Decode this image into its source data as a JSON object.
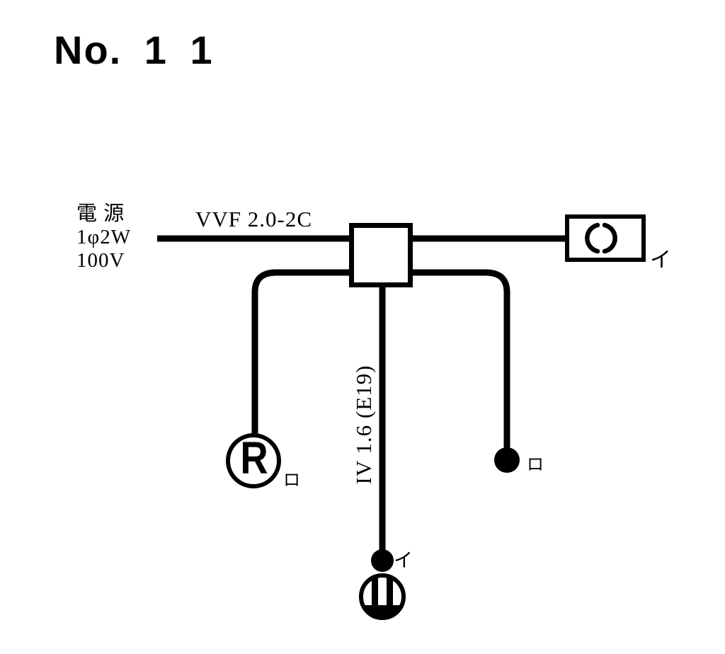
{
  "colors": {
    "ink": "#000000",
    "paper": "#ffffff"
  },
  "title": "No. 1 1",
  "power_source": {
    "line1": "電 源",
    "line2": "1φ2W",
    "line3": "100V"
  },
  "cable_label": "VVF 2.0-2C",
  "conduit_label": "IV 1.6 (E19)",
  "devices": {
    "ceiling_rosette": {
      "circuit": "イ"
    },
    "lamp_receptacle": {
      "letter": "R",
      "circuit": "ロ"
    },
    "switch_ro": {
      "circuit": "ロ"
    },
    "switch_i": {
      "circuit": "イ"
    }
  }
}
